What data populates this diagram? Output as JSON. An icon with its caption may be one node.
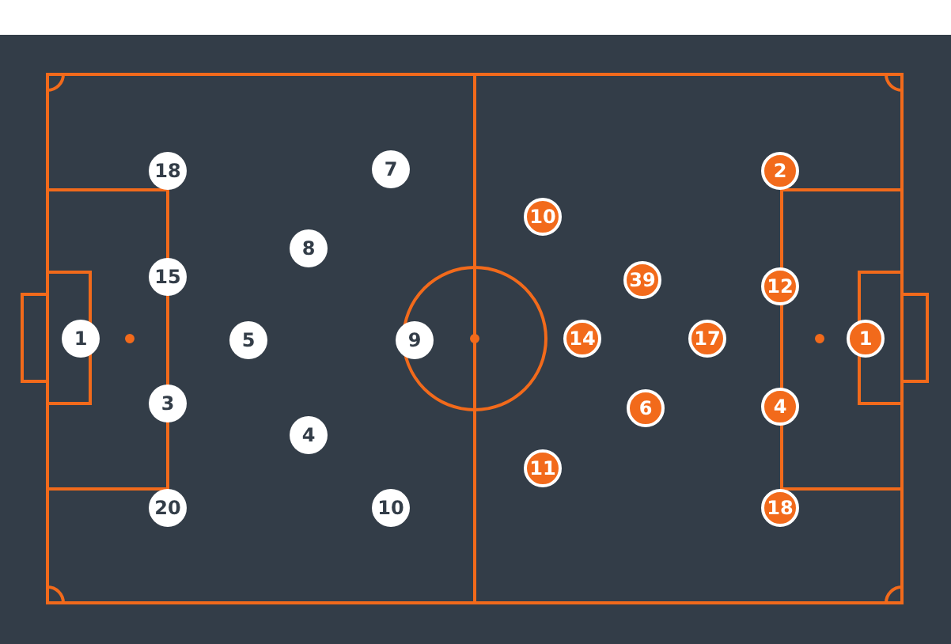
{
  "diagram": {
    "nodes": [
      {
        "text": [
          "18"
        ]
      },
      {
        "text": [
          "7"
        ]
      },
      {
        "text": [
          "8"
        ]
      },
      {
        "text": [
          "15"
        ]
      },
      {
        "text": [
          "1"
        ]
      },
      {
        "text": [
          "5"
        ]
      },
      {
        "text": [
          "9"
        ]
      },
      {
        "text": [
          "3"
        ]
      },
      {
        "text": [
          "4"
        ]
      },
      {
        "text": [
          "20"
        ]
      },
      {
        "text": [
          "10"
        ]
      },
      {
        "text": [
          "2"
        ]
      },
      {
        "text": [
          "10"
        ]
      },
      {
        "text": [
          "39"
        ]
      },
      {
        "text": [
          "12"
        ]
      },
      {
        "text": [
          "14"
        ]
      },
      {
        "text": [
          "17"
        ]
      },
      {
        "text": [
          "1"
        ]
      },
      {
        "text": [
          "6"
        ]
      },
      {
        "text": [
          "4"
        ]
      },
      {
        "text": [
          "11"
        ]
      },
      {
        "text": [
          "18"
        ]
      }
    ]
  }
}
